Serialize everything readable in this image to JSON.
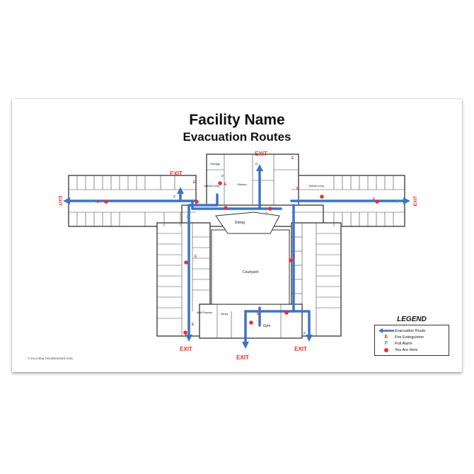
{
  "title": "Facility Name",
  "subtitle": "Evacuation Routes",
  "exits": [
    "EXIT",
    "EXIT",
    "EXIT",
    "EXIT",
    "EXIT",
    "EXIT",
    "EXIT"
  ],
  "rooms": {
    "dining": "Dining",
    "courtyard": "Courtyard",
    "gym": "Gym",
    "kitchen": "Kitchen",
    "storage": "Storage",
    "activity_living_left": "Activity Living",
    "activity_living_right": "Activity Living",
    "library": "Library",
    "multi_purpose": "Multi Purpose"
  },
  "legend": {
    "title": "LEGEND",
    "items": [
      {
        "symbol": "arrow",
        "label": "Evacuation Route"
      },
      {
        "symbol": "E",
        "label": "Fire Extinguisher"
      },
      {
        "symbol": "P",
        "label": "Pull Alarm"
      },
      {
        "symbol": "dot",
        "label": "You Are Here"
      }
    ]
  },
  "copyright": "© 2014 HEALTHCARESIGNS.COM",
  "colors": {
    "route": "#3d73c6",
    "exit": "#e8312c",
    "extinguisher": "#e8312c",
    "pull_alarm": "#2fb57a",
    "you_are_here": "#e8312c",
    "walls": "#333333"
  }
}
